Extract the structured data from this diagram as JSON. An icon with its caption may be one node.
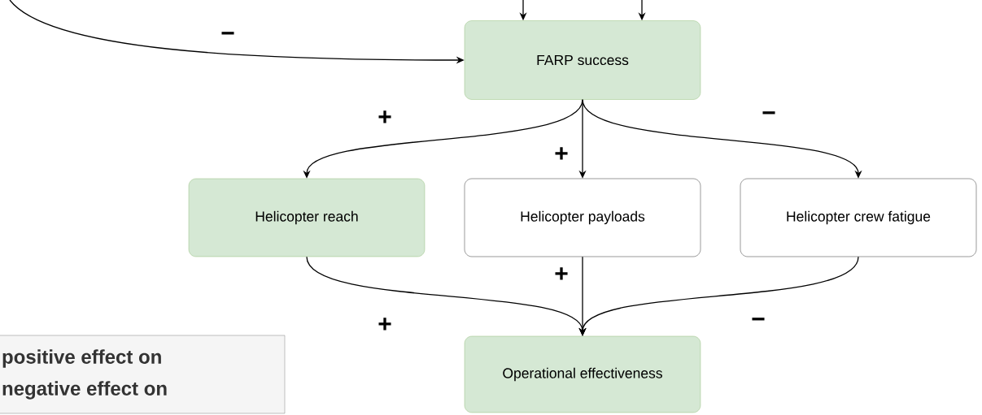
{
  "diagram": {
    "nodes": [
      {
        "text": [
          "FARP success"
        ]
      },
      {
        "text": [
          "Helicopter reach"
        ]
      },
      {
        "text": [
          "Helicopter payloads"
        ]
      },
      {
        "text": [
          "Helicopter crew fatigue"
        ]
      },
      {
        "text": [
          "Operational effectiveness"
        ]
      },
      {
        "text": [
          "positive effect on",
          "negative effect on"
        ]
      }
    ],
    "edges": [
      {
        "from": null,
        "to": 0,
        "arrow": "to",
        "label": "−"
      },
      {
        "from": null,
        "to": 0,
        "arrow": "to"
      },
      {
        "from": null,
        "to": 0,
        "arrow": "to"
      },
      {
        "from": 0,
        "to": 1,
        "arrow": "to",
        "label": "+"
      },
      {
        "from": 0,
        "to": 2,
        "arrow": "to",
        "label": "+"
      },
      {
        "from": 0,
        "to": 3,
        "arrow": "to",
        "label": "−"
      },
      {
        "from": 1,
        "to": 4,
        "arrow": "to",
        "label": "+"
      },
      {
        "from": 2,
        "to": 4,
        "arrow": "to",
        "label": "+"
      },
      {
        "from": 3,
        "to": 4,
        "arrow": "to",
        "label": "−"
      }
    ]
  }
}
